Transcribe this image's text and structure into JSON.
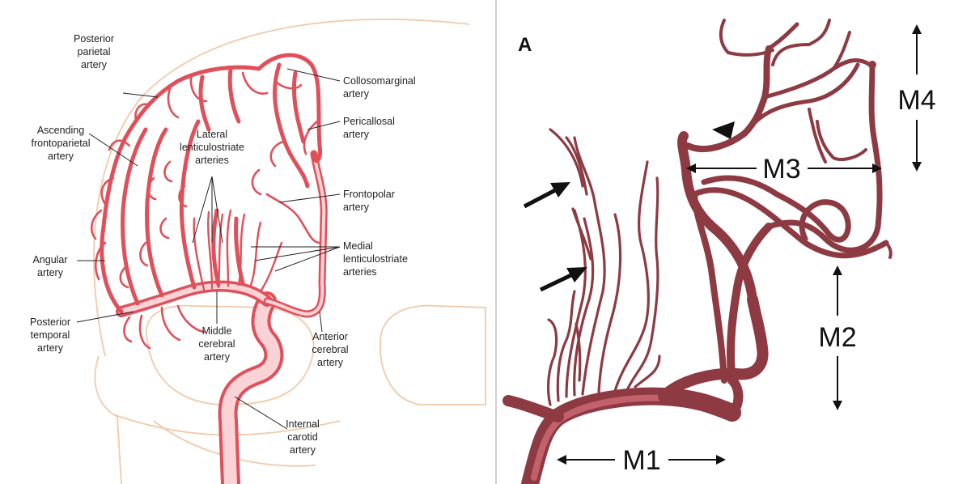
{
  "left_panel": {
    "labels": {
      "posterior_parietal": [
        "Posterior",
        "parietal",
        "artery"
      ],
      "ascending_frontoparietal": [
        "Ascending",
        "frontoparietal",
        "artery"
      ],
      "lateral_lenticulostriate": [
        "Lateral",
        "lenticulostriate",
        "arteries"
      ],
      "angular": [
        "Angular",
        "artery"
      ],
      "posterior_temporal": [
        "Posterior",
        "temporal",
        "artery"
      ],
      "middle_cerebral": [
        "Middle",
        "cerebral",
        "artery"
      ],
      "collosomarginal": [
        "Collosomarginal",
        "artery"
      ],
      "pericallosal": [
        "Pericallosal",
        "artery"
      ],
      "frontopolar": [
        "Frontopolar",
        "artery"
      ],
      "medial_lenticulostriate": [
        "Medial",
        "lenticulostriate",
        "arteries"
      ],
      "anterior_cerebral": [
        "Anterior",
        "cerebral",
        "artery"
      ],
      "internal_carotid": [
        "Internal",
        "carotid",
        "artery"
      ]
    }
  },
  "right_panel": {
    "panel_letter": "A",
    "segments": {
      "m1": "M1",
      "m2": "M2",
      "m3": "M3",
      "m4": "M4"
    }
  },
  "colors": {
    "artery": "#e0505a",
    "artery_lumen": "#fbd3d6",
    "skull_outline": "#f3c9a8",
    "vessel": "#8d3a43",
    "vessel_highlight": "#c2616b"
  }
}
